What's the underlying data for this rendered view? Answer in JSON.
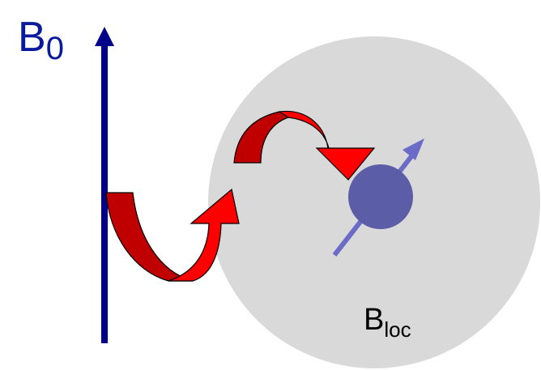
{
  "field_label": {
    "base": "B",
    "subscript": "0"
  },
  "local_label": {
    "base": "B",
    "subscript": "loc"
  },
  "colors": {
    "field_arrow": "#00008b",
    "field_label": "#0a1a9c",
    "sphere_region": "#d9d9d9",
    "arrow_fill": "#ff0000",
    "arrow_shadow": "#c00000",
    "nucleus": "#5b5ea6",
    "spin_arrow": "#6b6bc8",
    "text": "#000000"
  }
}
